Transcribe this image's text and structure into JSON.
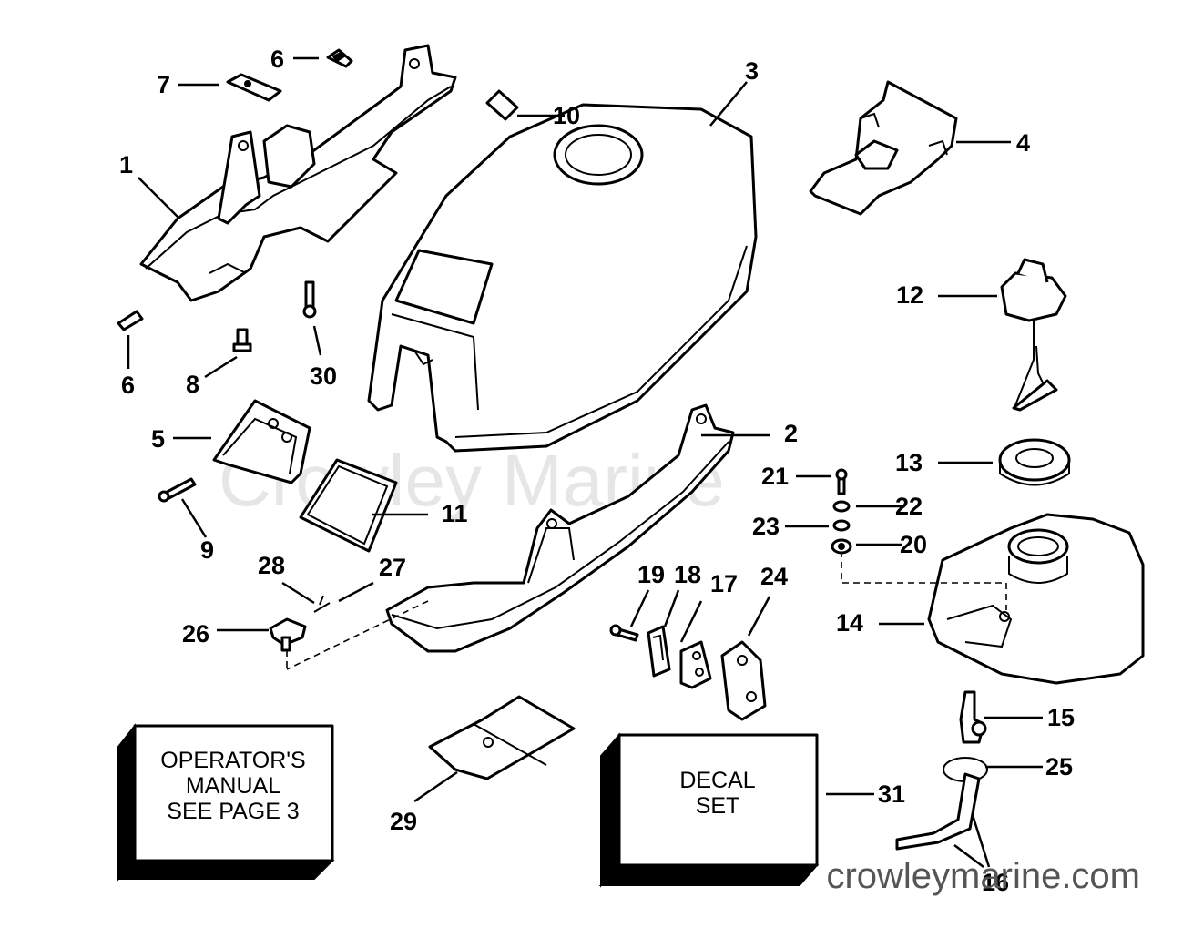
{
  "watermark": "Crowley Marine",
  "website": "crowleymarine.com",
  "boxes": {
    "operators_manual": [
      "OPERATOR'S",
      "MANUAL",
      "SEE PAGE 3"
    ],
    "decal_set": [
      "DECAL",
      "SET"
    ]
  },
  "callouts": {
    "c1": "1",
    "c2": "2",
    "c3": "3",
    "c4": "4",
    "c5": "5",
    "c6a": "6",
    "c6b": "6",
    "c7": "7",
    "c8": "8",
    "c9": "9",
    "c10": "10",
    "c11": "11",
    "c12": "12",
    "c13": "13",
    "c14": "14",
    "c15": "15",
    "c16": "16",
    "c17": "17",
    "c18": "18",
    "c19": "19",
    "c20": "20",
    "c21": "21",
    "c22": "22",
    "c23": "23",
    "c24": "24",
    "c25": "25",
    "c26": "26",
    "c27": "27",
    "c28": "28",
    "c29": "29",
    "c30": "30",
    "c31": "31"
  }
}
